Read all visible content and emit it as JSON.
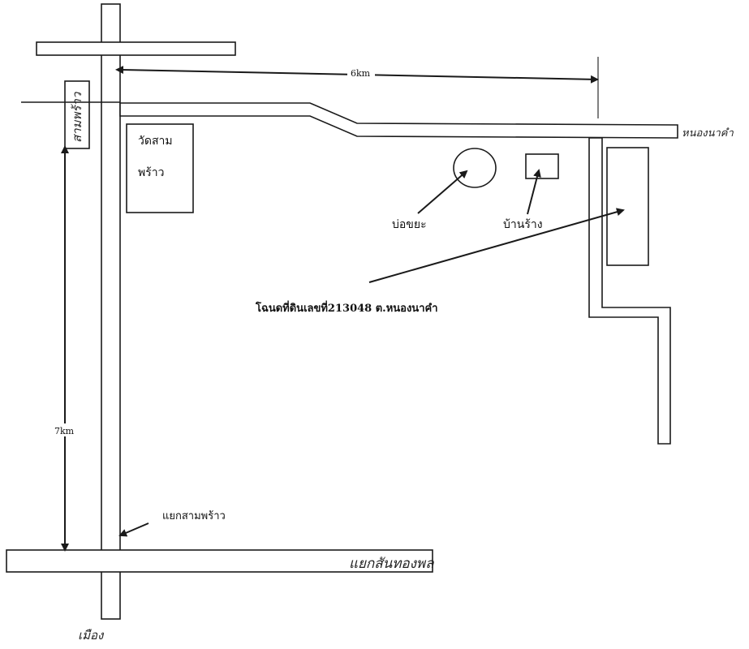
{
  "map": {
    "distance_top": "6km",
    "distance_left": "7km",
    "labels": {
      "temple": [
        "วัดสาม",
        "พร้าว"
      ],
      "pond": "บ่อขยะ",
      "abandoned_house": "บ้านร้าง",
      "land_deed": "โฉนดที่ดินเลขที่213048 ต.หนองนาคำ",
      "junction": "แยกสามพร้าว",
      "nong_na_kham": "หนองนาคำ",
      "city": "เมือง",
      "sam_phrao": "สามพร้าว",
      "san_thong_phon": "แยกสันทองพล"
    }
  }
}
